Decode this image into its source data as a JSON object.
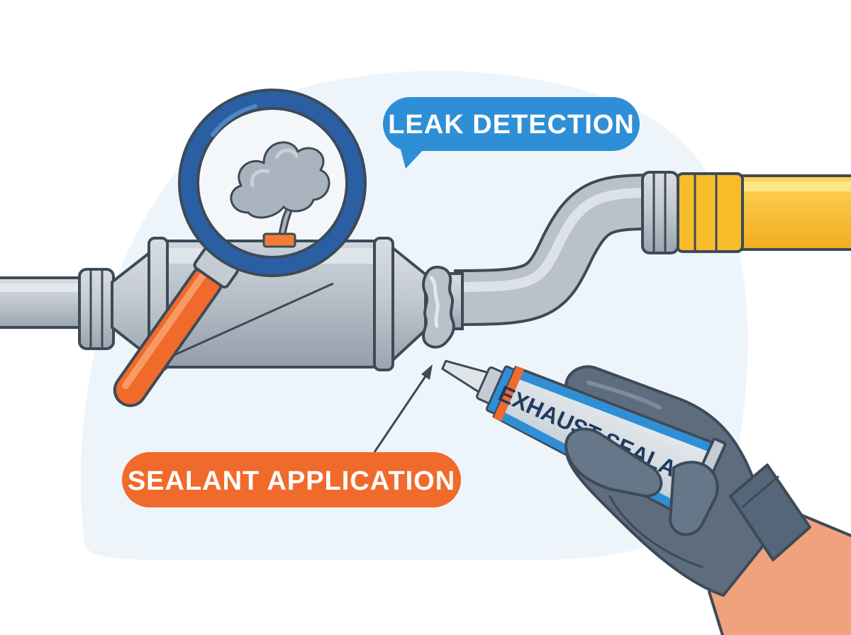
{
  "labels": {
    "leak_detection": "LEAK DETECTION",
    "sealant_application": "SEALANT APPLICATION",
    "tube_text": "EXHAUST SEALANT"
  },
  "icons": {
    "magnifier": "magnifying-glass-icon",
    "smoke": "smoke-cloud-icon",
    "hand": "gloved-hand-icon",
    "tube": "sealant-tube-icon"
  },
  "colors": {
    "leak_badge": "#2e8fd6",
    "sealant_badge": "#f06a2c",
    "pipe_metal": "#b9c1ca",
    "flex_pipe": "#fcc63c",
    "magnifier_frame": "#2a5fa3",
    "magnifier_handle": "#f06a2c",
    "leak_hotspot": "#f47b35",
    "glove": "#5d6d7e",
    "skin": "#f0a27d",
    "background_blob": "#eef5fa"
  }
}
